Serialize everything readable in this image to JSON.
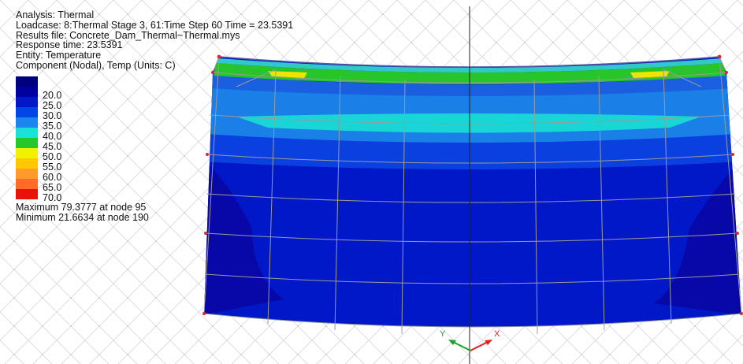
{
  "info": {
    "analysis": "Analysis: Thermal",
    "loadcase": "Loadcase: 8:Thermal Stage 3, 61:Time Step 60 Time = 23.5391",
    "results_file": "Results file: Concrete_Dam_Thermal~Thermal.mys",
    "response_time": "Response time: 23.5391",
    "entity": "Entity: Temperature",
    "component": "Component (Nodal), Temp (Units: C)"
  },
  "legend": {
    "entries": [
      {
        "label": "",
        "color": "#00007f"
      },
      {
        "label": "20.0",
        "color": "#00009e"
      },
      {
        "label": "25.0",
        "color": "#0018c8"
      },
      {
        "label": "30.0",
        "color": "#0046e6"
      },
      {
        "label": "35.0",
        "color": "#1b86ee"
      },
      {
        "label": "40.0",
        "color": "#19e0d8"
      },
      {
        "label": "45.0",
        "color": "#25c82a"
      },
      {
        "label": "50.0",
        "color": "#f2f200"
      },
      {
        "label": "55.0",
        "color": "#ffc800"
      },
      {
        "label": "60.0",
        "color": "#ff9b2a"
      },
      {
        "label": "65.0",
        "color": "#ff6a28"
      },
      {
        "label": "70.0",
        "color": "#e8120a"
      }
    ]
  },
  "minmax": {
    "maximum": "Maximum 79.3777 at node 95",
    "minimum": "Minimum 21.6634 at node 190"
  },
  "triad": {
    "y_label": "Y",
    "x_label": "X",
    "y_color": "#1fa02a",
    "x_color": "#e21f1f"
  },
  "colors": {
    "mesh_line": "#8f8f8f",
    "node_dot": "#e0262f",
    "background_grid": "#cfd3df"
  }
}
